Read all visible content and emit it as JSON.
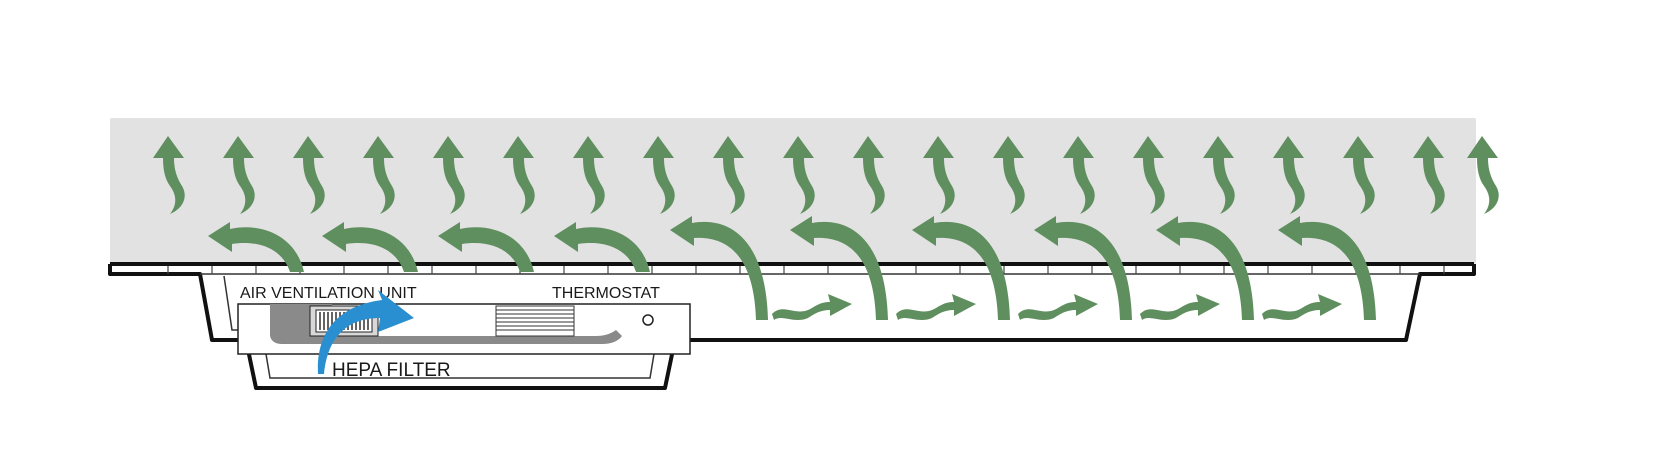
{
  "labels": {
    "unit": "AIR VENTILATION UNIT",
    "thermostat": "THERMOSTAT",
    "filter": "HEPA FILTER"
  },
  "colors": {
    "airspace": "#e2e2e2",
    "airflow_arrow": "#5f8f5f",
    "filtered_arrow": "#2a8fd0",
    "outline": "#111111"
  },
  "icons": {
    "airflow": "curved-arrow-icon",
    "filtered_air": "curved-arrow-icon",
    "fan": "fan-icon",
    "thermostat_grille": "vent-grille-icon"
  }
}
